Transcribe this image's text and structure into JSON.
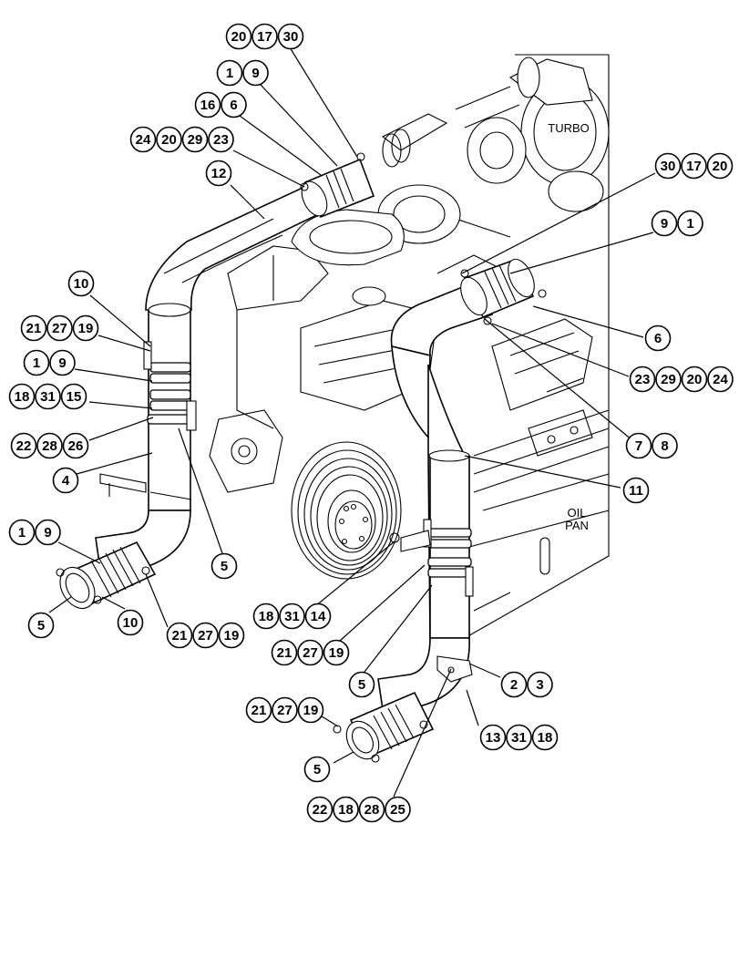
{
  "figure": {
    "labels": {
      "turbo": "TURBO",
      "oil_pan_line1": "OIL",
      "oil_pan_line2": "PAN"
    },
    "callouts": [
      {
        "id": "c1",
        "numbers": [
          "20",
          "17",
          "30"
        ]
      },
      {
        "id": "c2",
        "numbers": [
          "1",
          "9"
        ]
      },
      {
        "id": "c3",
        "numbers": [
          "16",
          "6"
        ]
      },
      {
        "id": "c4",
        "numbers": [
          "24",
          "20",
          "29",
          "23"
        ]
      },
      {
        "id": "c5",
        "numbers": [
          "12"
        ]
      },
      {
        "id": "c6",
        "numbers": [
          "30",
          "17",
          "20"
        ]
      },
      {
        "id": "c7",
        "numbers": [
          "9",
          "1"
        ]
      },
      {
        "id": "c8",
        "numbers": [
          "10"
        ]
      },
      {
        "id": "c9",
        "numbers": [
          "21",
          "27",
          "19"
        ]
      },
      {
        "id": "c10",
        "numbers": [
          "1",
          "9"
        ]
      },
      {
        "id": "c11",
        "numbers": [
          "18",
          "31",
          "15"
        ]
      },
      {
        "id": "c12",
        "numbers": [
          "22",
          "28",
          "26"
        ]
      },
      {
        "id": "c13",
        "numbers": [
          "4"
        ]
      },
      {
        "id": "c14",
        "numbers": [
          "6"
        ]
      },
      {
        "id": "c15",
        "numbers": [
          "23",
          "29",
          "20",
          "24"
        ]
      },
      {
        "id": "c16",
        "numbers": [
          "7",
          "8"
        ]
      },
      {
        "id": "c17",
        "numbers": [
          "11"
        ]
      },
      {
        "id": "c18",
        "numbers": [
          "1",
          "9"
        ]
      },
      {
        "id": "c19",
        "numbers": [
          "5"
        ]
      },
      {
        "id": "c20",
        "numbers": [
          "5"
        ]
      },
      {
        "id": "c21",
        "numbers": [
          "10"
        ]
      },
      {
        "id": "c22",
        "numbers": [
          "21",
          "27",
          "19"
        ]
      },
      {
        "id": "c23",
        "numbers": [
          "18",
          "31",
          "14"
        ]
      },
      {
        "id": "c24",
        "numbers": [
          "21",
          "27",
          "19"
        ]
      },
      {
        "id": "c25",
        "numbers": [
          "5"
        ]
      },
      {
        "id": "c26",
        "numbers": [
          "2",
          "3"
        ]
      },
      {
        "id": "c27",
        "numbers": [
          "21",
          "27",
          "19"
        ]
      },
      {
        "id": "c28",
        "numbers": [
          "13",
          "31",
          "18"
        ]
      },
      {
        "id": "c29",
        "numbers": [
          "5"
        ]
      },
      {
        "id": "c30",
        "numbers": [
          "22",
          "18",
          "28",
          "25"
        ]
      }
    ]
  }
}
